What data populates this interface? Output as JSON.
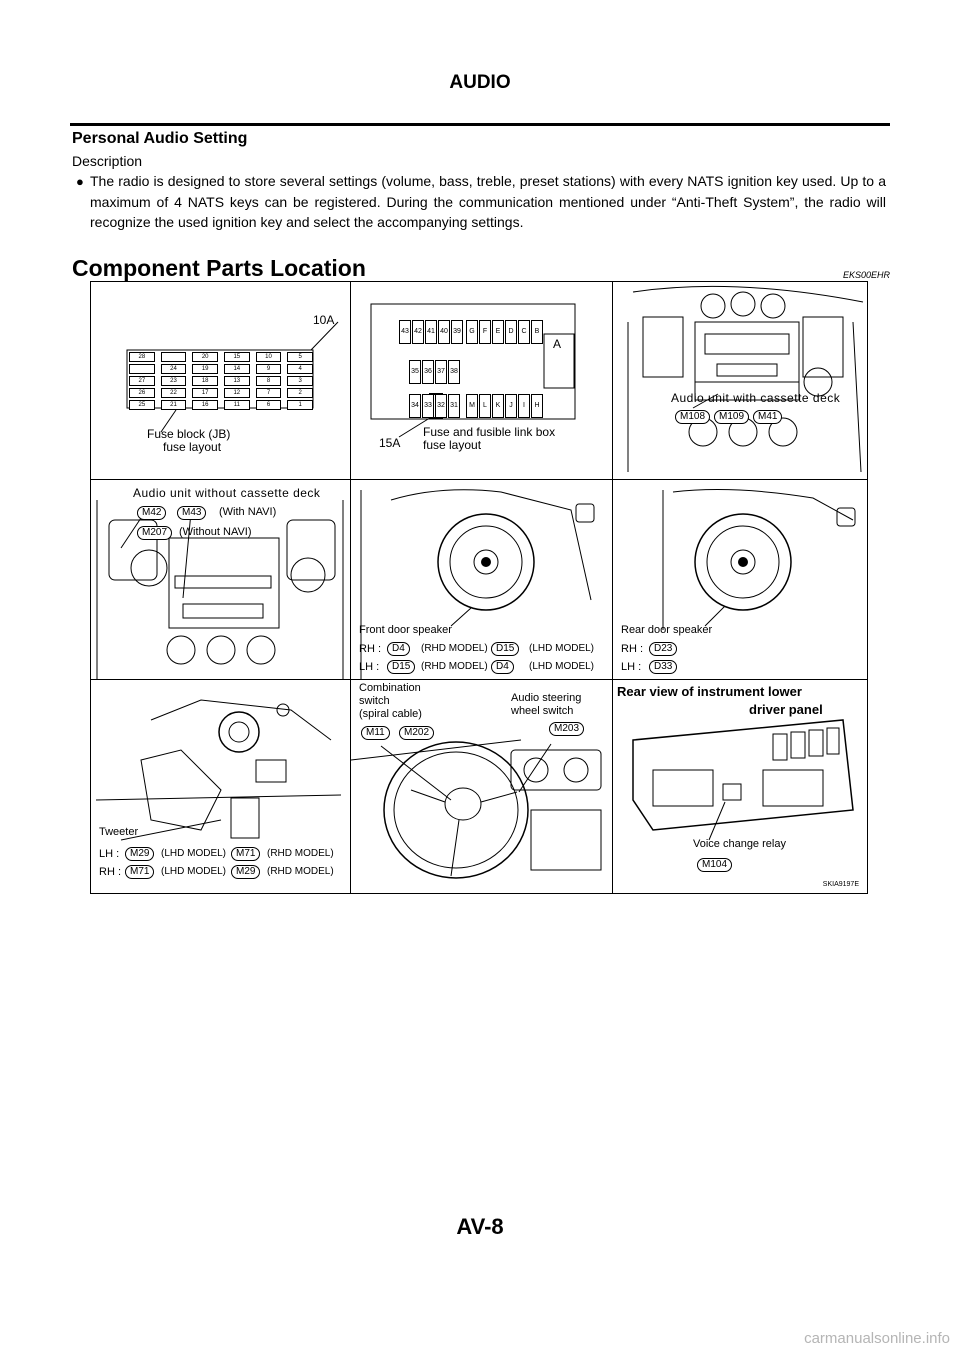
{
  "header": {
    "title": "AUDIO"
  },
  "section": {
    "title": "Personal Audio Setting",
    "subheading": "Description",
    "bullet": "●",
    "paragraph": "The radio is designed to store several settings (volume, bass, treble, preset stations) with every NATS ignition key used. Up to a maximum of 4 NATS keys can be registered. During the communication mentioned under “Anti-Theft System”, the radio will recognize the used ignition key and select the accompanying settings."
  },
  "component": {
    "title": "Component Parts Location",
    "code": "EKS00EHR"
  },
  "figure": {
    "code": "SKIA9197E",
    "fuse_block": {
      "amp": "10A",
      "label1": "Fuse block (JB)",
      "label2": "fuse layout",
      "rows": [
        [
          "28",
          "",
          "20",
          "15",
          "10",
          "5"
        ],
        [
          "",
          "24",
          "19",
          "14",
          "9",
          "4"
        ],
        [
          "27",
          "23",
          "18",
          "13",
          "8",
          "3"
        ],
        [
          "26",
          "22",
          "17",
          "12",
          "7",
          "2"
        ],
        [
          "25",
          "21",
          "16",
          "11",
          "6",
          "1"
        ]
      ]
    },
    "fusible_link": {
      "amp": "15A",
      "label1": "Fuse and fusible link box",
      "label2": "fuse layout",
      "row1": [
        "43",
        "42",
        "41",
        "40",
        "39"
      ],
      "row1b": [
        "G",
        "F",
        "E",
        "D",
        "C",
        "B"
      ],
      "row2": [
        "35",
        "36",
        "37",
        "38"
      ],
      "row3": [
        "34",
        "33",
        "32",
        "31"
      ],
      "row3b": [
        "M",
        "L",
        "K",
        "J",
        "I",
        "H"
      ],
      "big": "A"
    },
    "audio_cassette": {
      "label": "Audio unit with cassette deck",
      "connectors": [
        "M108",
        "M109",
        "M41"
      ]
    },
    "audio_no_cassette": {
      "label": "Audio unit without cassette deck",
      "c1": "M42",
      "c2": "M43",
      "with_navi": "(With NAVI)",
      "c3": "M207",
      "without_navi": "(Without NAVI)"
    },
    "front_speaker": {
      "label": "Front door speaker",
      "rh": "RH :",
      "lh": "LH :",
      "rh_c1": "D4",
      "rh_m1": "(RHD MODEL)",
      "rh_c2": "D15",
      "rh_m2": "(LHD MODEL)",
      "lh_c1": "D15",
      "lh_m1": "(RHD MODEL)",
      "lh_c2": "D4",
      "lh_m2": "(LHD MODEL)"
    },
    "rear_speaker": {
      "label": "Rear door speaker",
      "rh": "RH :",
      "lh": "LH :",
      "rh_c": "D23",
      "lh_c": "D33"
    },
    "tweeter": {
      "label": "Tweeter",
      "lh": "LH :",
      "rh": "RH :",
      "lh_c1": "M29",
      "lh_m1": "(LHD MODEL)",
      "lh_c2": "M71",
      "lh_m2": "(RHD MODEL)",
      "rh_c1": "M71",
      "rh_m1": "(LHD MODEL)",
      "rh_c2": "M29",
      "rh_m2": "(RHD MODEL)"
    },
    "combination": {
      "label1": "Combination",
      "label2": "switch",
      "label3": "(spiral cable)",
      "c1": "M11",
      "c2": "M202",
      "steering1": "Audio steering",
      "steering2": "wheel switch",
      "c3": "M203"
    },
    "rear_view": {
      "title1": "Rear view of instrument lower",
      "title2": "driver panel",
      "relay": "Voice change relay",
      "c": "M104"
    }
  },
  "footer": {
    "page": "AV-8"
  },
  "watermark": "carmanualsonline.info"
}
